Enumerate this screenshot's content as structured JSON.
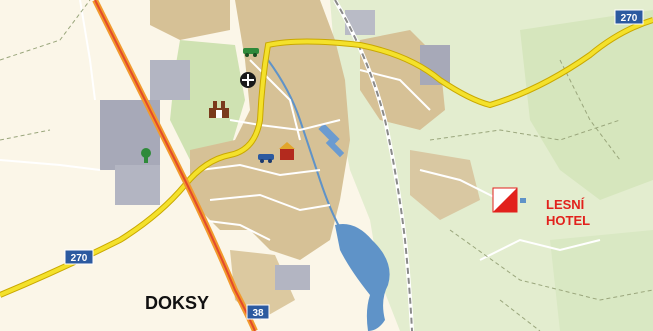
{
  "map": {
    "town_label": "DOKSY",
    "hotel_label_line1": "LESNÍ",
    "hotel_label_line2": "HOTEL",
    "route_shields": [
      {
        "id": "route-270-top-right",
        "text": "270"
      },
      {
        "id": "route-270-left",
        "text": "270"
      },
      {
        "id": "route-38-bottom",
        "text": "38"
      }
    ],
    "colors": {
      "background": "#fbf6e8",
      "forest": "#e3edcf",
      "forest_dark": "#c9deaa",
      "urban": "#d6c196",
      "industrial": "#a7a9b8",
      "water": "#5f93c8",
      "main_road": "#f4e12b",
      "highway": "#f19a2e",
      "highway_inner": "#e34a2b",
      "railway": "#8a8a8a",
      "shield_fill": "#2c5aa0",
      "hotel_text": "#e2211c"
    },
    "icons": [
      "car-icon",
      "junction-icon",
      "castle-icon",
      "tree-icon",
      "car-service-icon",
      "hotel-icon",
      "orienteering-flag-icon"
    ]
  }
}
